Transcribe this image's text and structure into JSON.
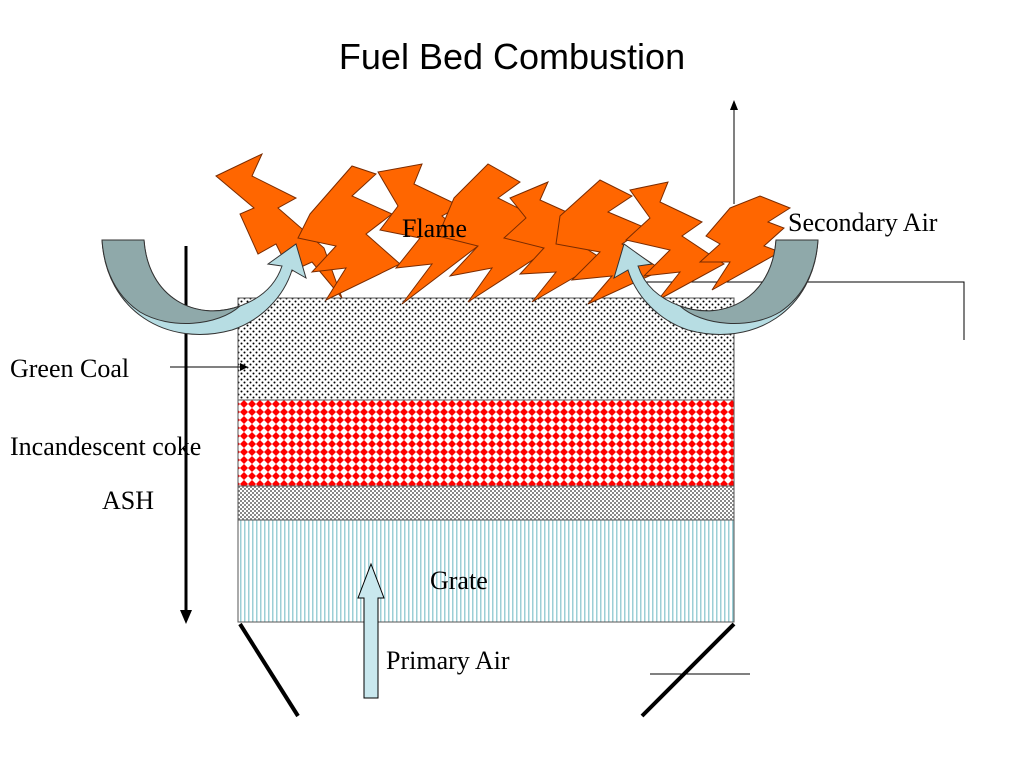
{
  "title": "Fuel Bed Combustion",
  "labels": {
    "flame": "Flame",
    "secondary_air": "Secondary Air",
    "green_coal": "Green Coal",
    "incandescent_coke": "Incandescent coke",
    "ash": "ASH",
    "grate": "Grate",
    "primary_air": "Primary Air"
  },
  "colors": {
    "flame_fill": "#FF6600",
    "green_coal_dots": "#000000",
    "coke": "#FF0000",
    "ash": "#999999",
    "grate_lines": "#9CCFD6",
    "curved_arrow_light": "#B7DDE3",
    "curved_arrow_dark": "#8FA9AA",
    "primary_air_arrow": "#C9E8EE"
  }
}
